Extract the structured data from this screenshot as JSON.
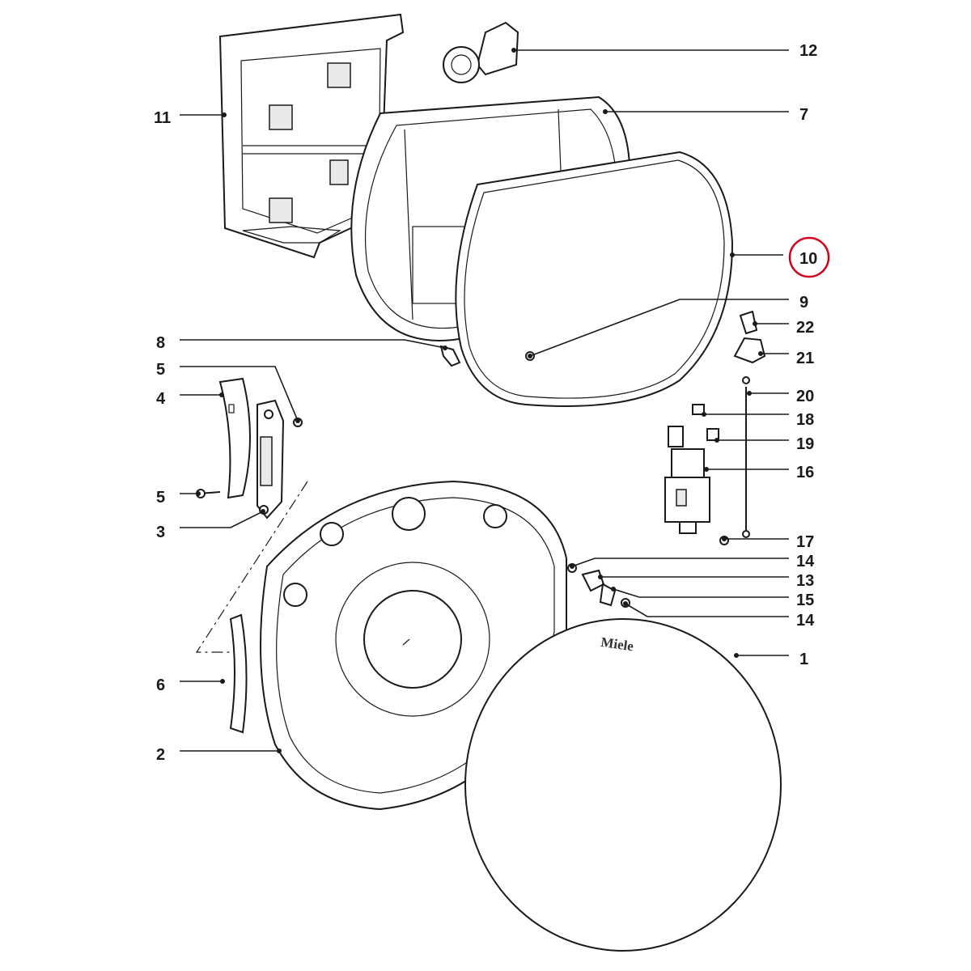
{
  "diagram": {
    "brand_text": "Miele",
    "highlight_color": "#d0021b",
    "highlighted_part": "10",
    "callouts": [
      "1",
      "2",
      "3",
      "4",
      "5",
      "5",
      "6",
      "7",
      "8",
      "9",
      "10",
      "11",
      "12",
      "13",
      "14",
      "14",
      "15",
      "16",
      "17",
      "18",
      "19",
      "20",
      "21",
      "22"
    ]
  },
  "labels": {
    "c1": "1",
    "c2": "2",
    "c3": "3",
    "c4": "4",
    "c5a": "5",
    "c5b": "5",
    "c6": "6",
    "c7": "7",
    "c8": "8",
    "c9": "9",
    "c10": "10",
    "c11": "11",
    "c12": "12",
    "c13": "13",
    "c14a": "14",
    "c14b": "14",
    "c15": "15",
    "c16": "16",
    "c17": "17",
    "c18": "18",
    "c19": "19",
    "c20": "20",
    "c21": "21",
    "c22": "22"
  }
}
